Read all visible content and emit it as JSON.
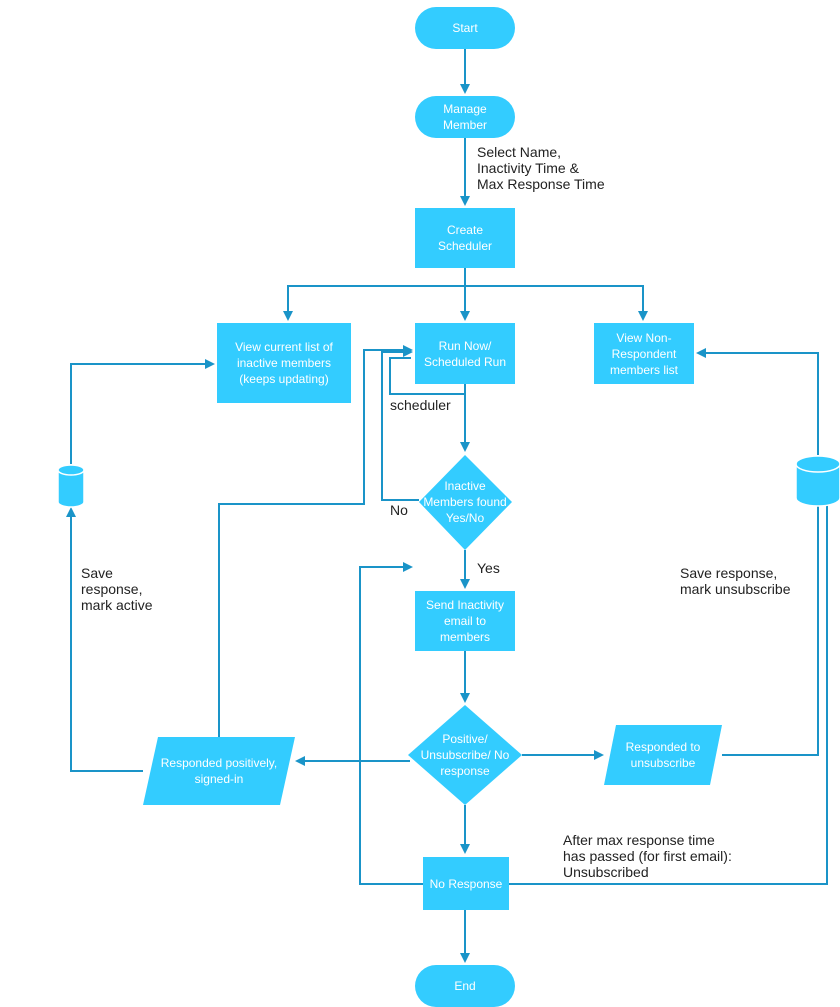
{
  "colors": {
    "node_fill": "#33ccff",
    "connector": "#1a94c8",
    "text_dark": "#222222",
    "text_light": "#ffffff"
  },
  "nodes": {
    "start": "Start",
    "manage_member": "Manage\nMember",
    "create_scheduler": "Create\nScheduler",
    "view_inactive": "View current list of\ninactive members\n(keeps updating)",
    "run_now": "Run Now/\nScheduled Run",
    "view_non_respondent": "View Non-\nRespondent\nmembers list",
    "inactive_found": "Inactive\nMembers found\nYes/No",
    "send_email": "Send Inactivity\nemail to\nmembers",
    "response_decision": "Positive/\nUnsubscribe/ No\nresponse",
    "responded_positive": "Responded positively,\nsigned-in",
    "responded_unsub": "Responded to\nunsubscribe",
    "no_response": "No Response",
    "end": "End"
  },
  "labels": {
    "select_name": "Select Name,\nInactivity Time &\nMax Response Time",
    "scheduler": "scheduler",
    "no": "No",
    "yes": "Yes",
    "save_active": "Save\nresponse,\nmark active",
    "save_unsub": "Save response,\nmark unsubscribe",
    "after_max": "After max response time\nhas passed (for first email):\nUnsubscribed"
  },
  "icons": {
    "left_store": "database-icon",
    "right_store": "database-icon"
  }
}
